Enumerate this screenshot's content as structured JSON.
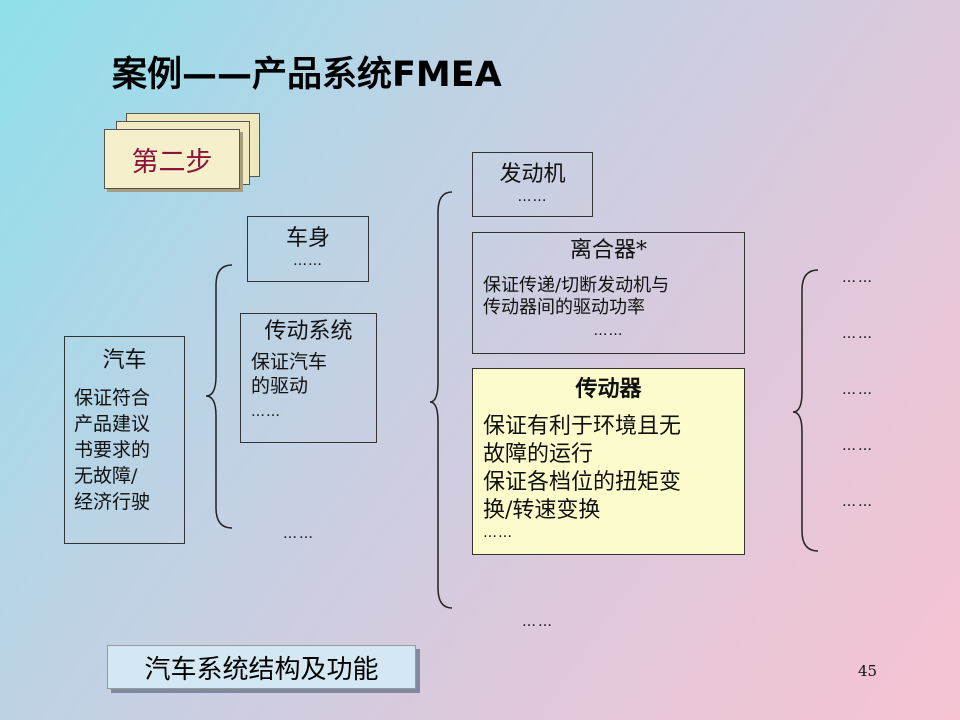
{
  "title": "案例——产品系统FMEA",
  "step_label": "第二步",
  "car": {
    "name": "汽车",
    "function_lines": [
      "保证符合",
      "产品建议",
      "书要求的",
      "无故障/",
      "经济行驶"
    ]
  },
  "body": {
    "name": "车身",
    "ellipsis": "……"
  },
  "transmission_system": {
    "name": "传动系统",
    "function_lines": [
      "保证汽车",
      "的驱动"
    ],
    "ellipsis": "……"
  },
  "level2_ellipsis": "……",
  "engine": {
    "name": "发动机",
    "ellipsis": "……"
  },
  "clutch": {
    "name": "离合器*",
    "function_lines": [
      "保证传递/切断发动机与",
      "传动器间的驱动功率"
    ],
    "ellipsis": "……"
  },
  "gearbox": {
    "name": "传动器",
    "function_lines": [
      "保证有利于环境且无",
      "故障的运行",
      "保证各档位的扭矩变",
      "换/转速变换"
    ],
    "ellipsis": "……"
  },
  "level3_ellipsis": "……",
  "level4_items": [
    "……",
    "……",
    "……",
    "……",
    "……"
  ],
  "caption": "汽车系统结构及功能",
  "page_number": "45"
}
